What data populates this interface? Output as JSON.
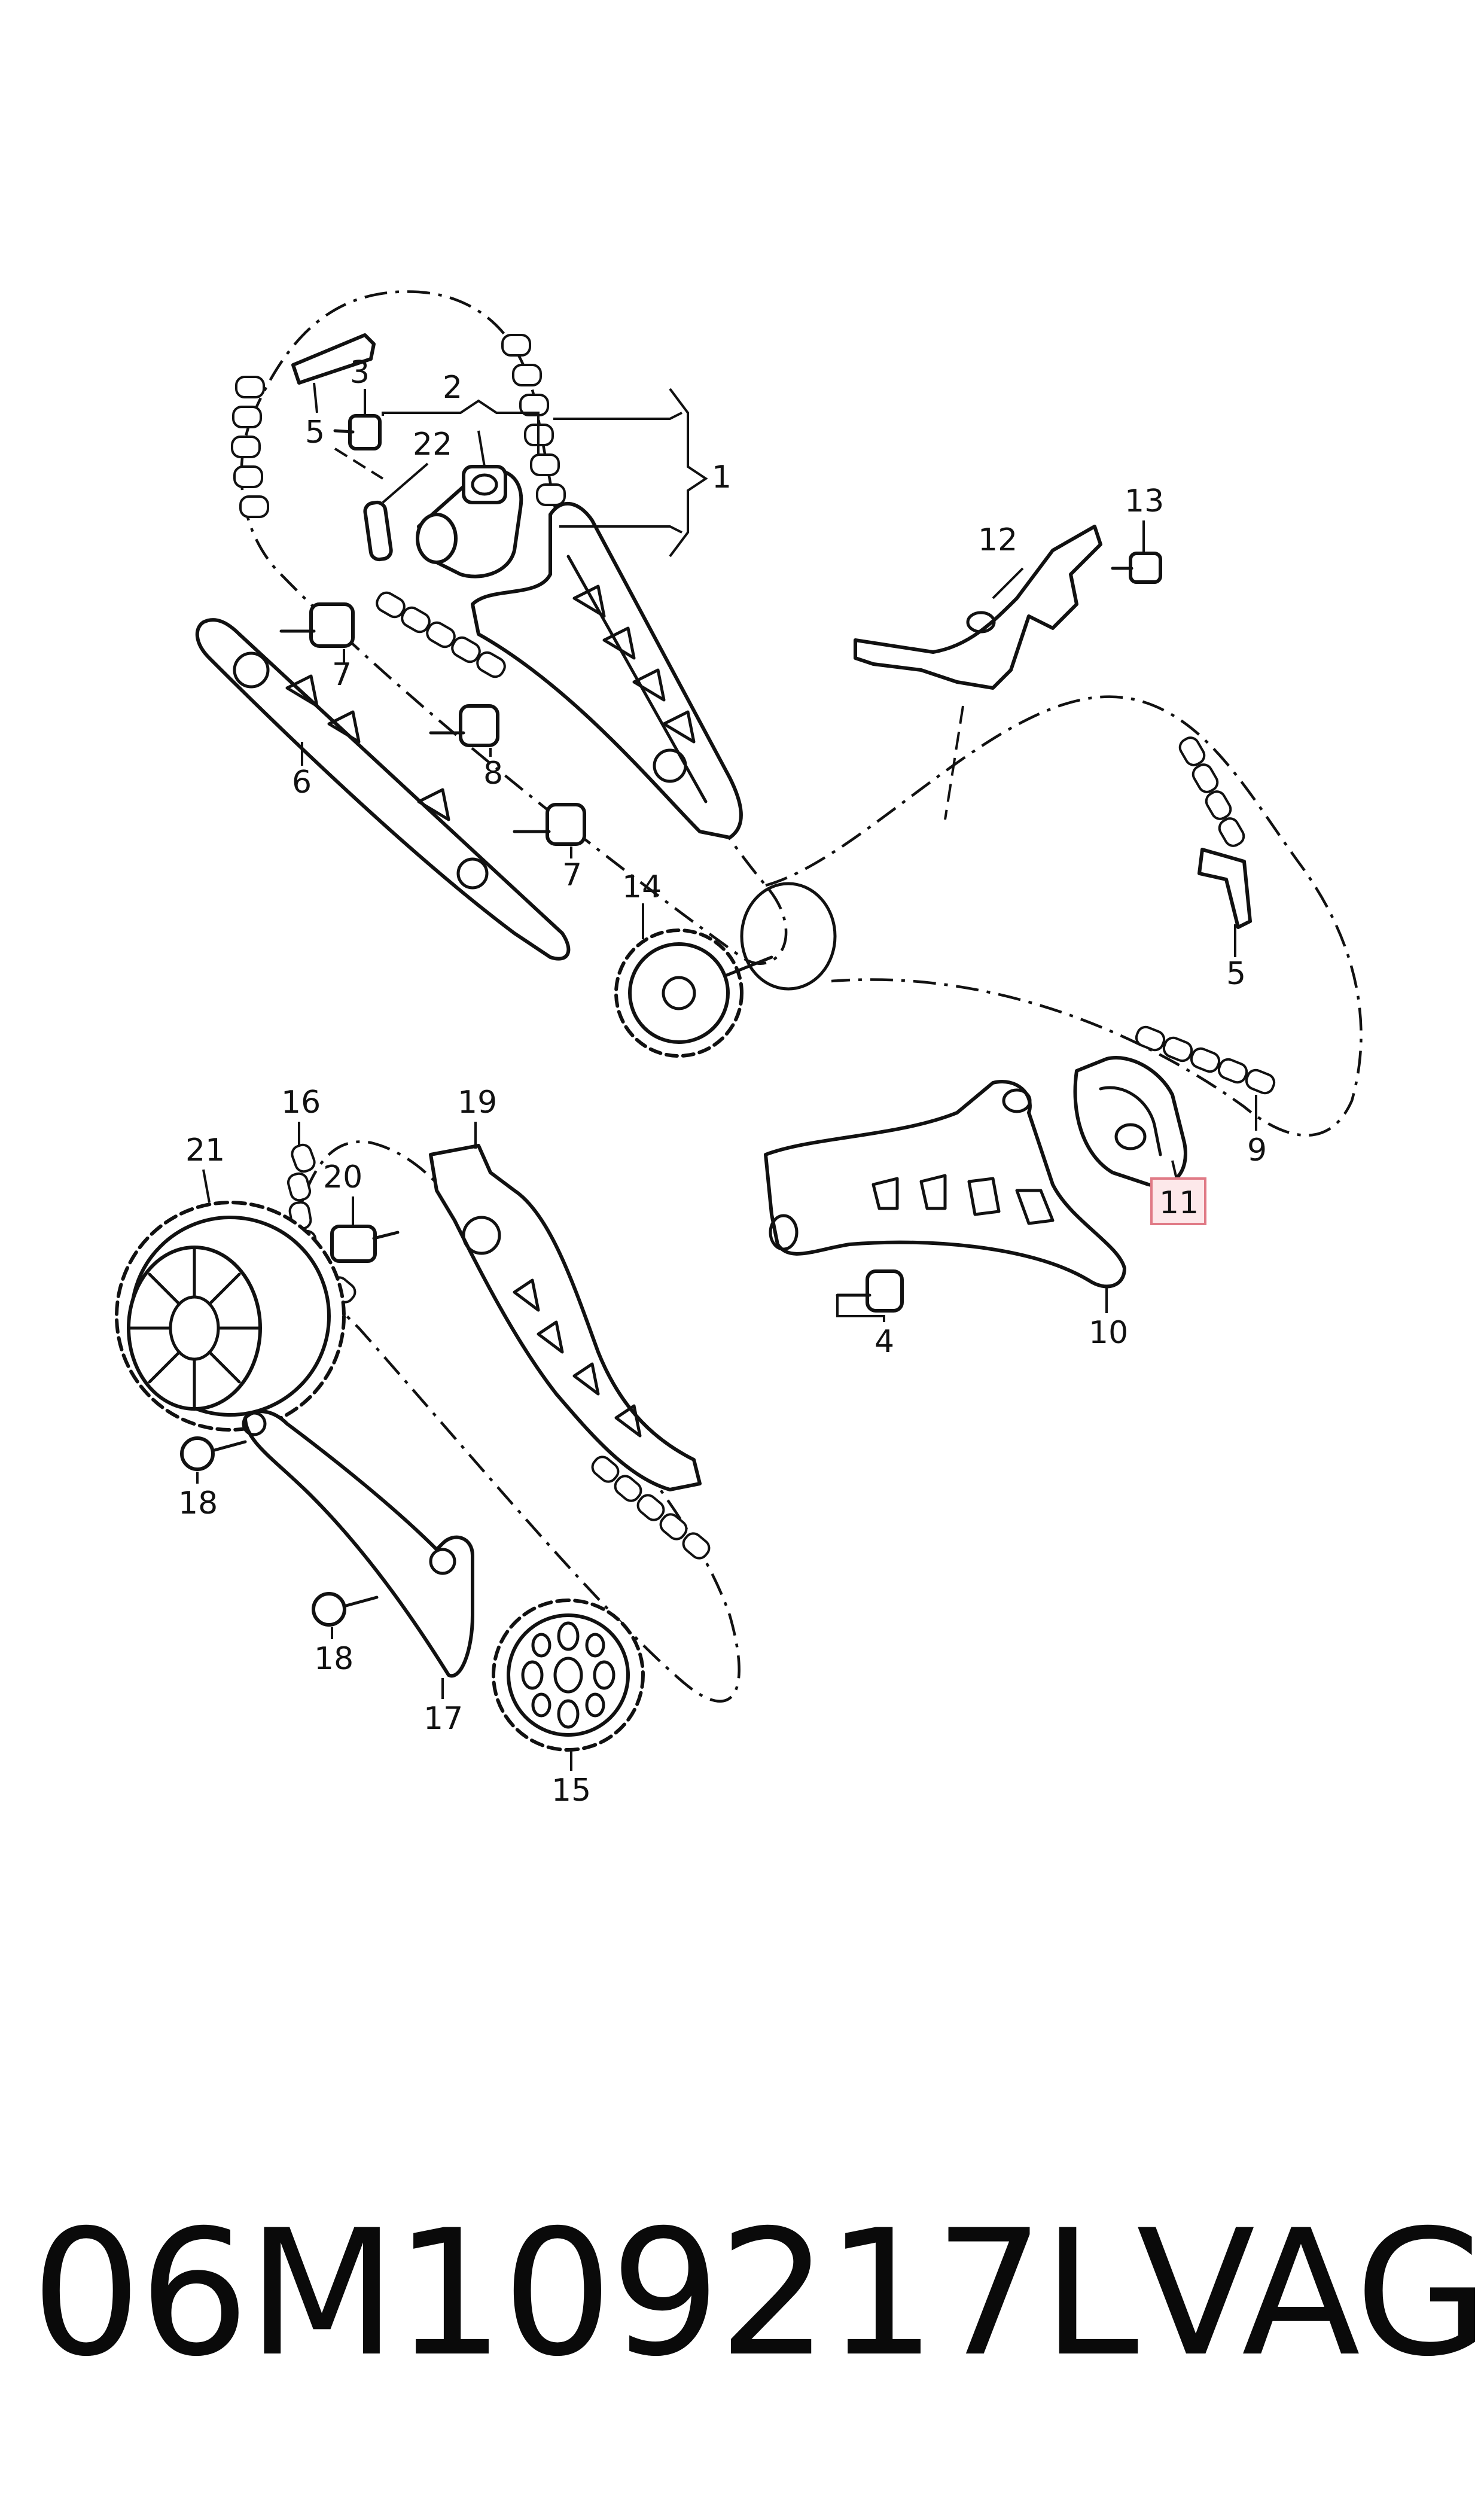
{
  "footer": {
    "part_number": "06M109217L",
    "brand": "VAG"
  },
  "highlight": {
    "callout": "11",
    "box_fill": "#fde8ea",
    "box_stroke": "#e07a86"
  },
  "callouts": {
    "c1": "1",
    "c2": "2",
    "c3": "3",
    "c4": "4",
    "c5a": "5",
    "c5b": "5",
    "c6": "6",
    "c7a": "7",
    "c7b": "7",
    "c8": "8",
    "c9": "9",
    "c10": "10",
    "c12": "12",
    "c13": "13",
    "c14": "14",
    "c15": "15",
    "c16": "16",
    "c17": "17",
    "c18a": "18",
    "c18b": "18",
    "c19": "19",
    "c20": "20",
    "c21": "21",
    "c22": "22"
  }
}
